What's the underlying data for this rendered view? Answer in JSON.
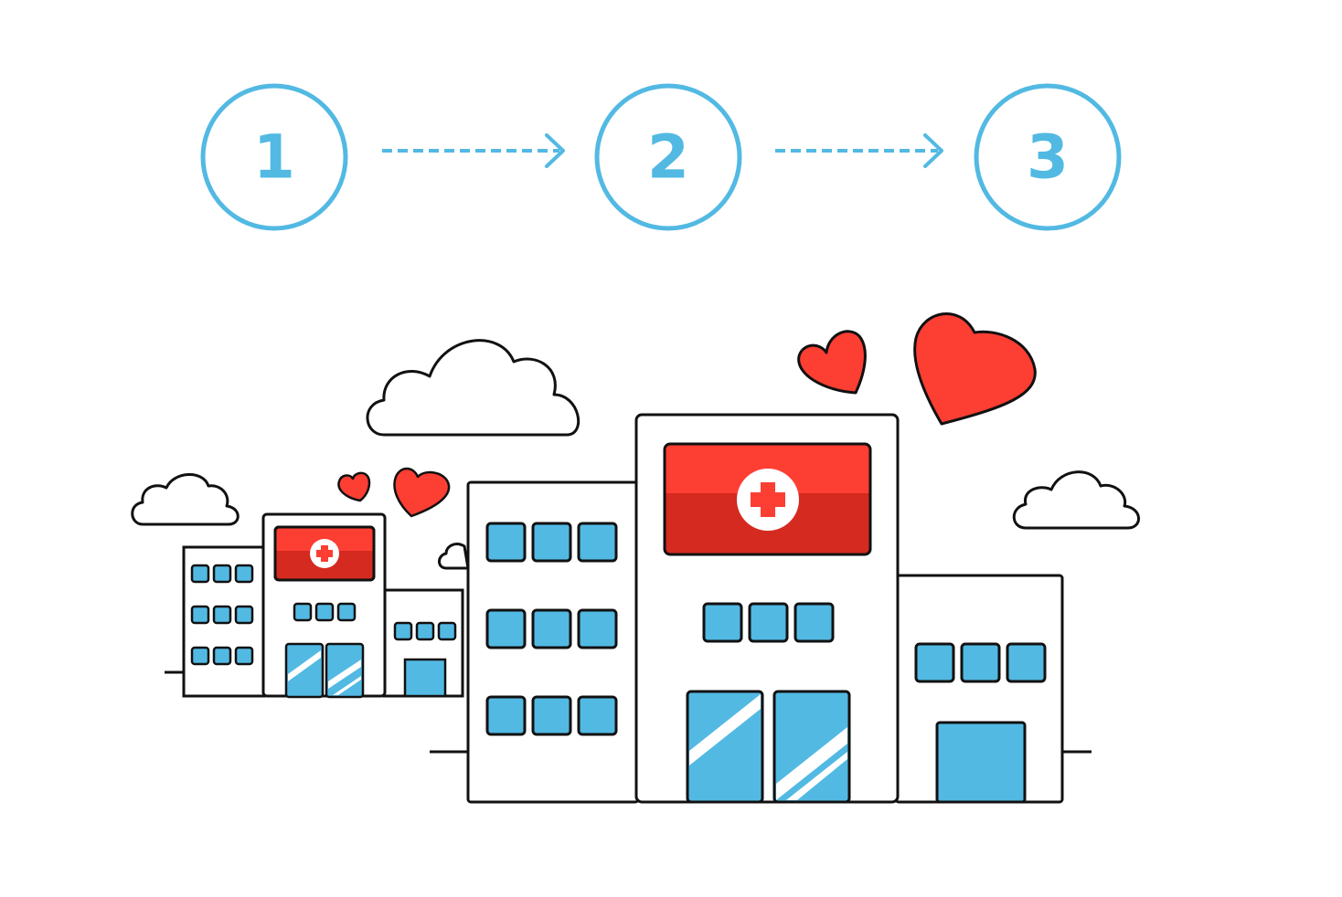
{
  "steps": [
    {
      "label": "1"
    },
    {
      "label": "2"
    },
    {
      "label": "3"
    }
  ],
  "colors": {
    "step_blue": "#52b9e3",
    "window_blue": "#52b9e3",
    "heart_red": "#fd3e33",
    "sign_red": "#fd3e33",
    "sign_dark_red": "#d42a20",
    "outline": "#111111",
    "building_fill": "#ffffff"
  },
  "icons": {
    "arrow": "dashed-arrow-right-icon",
    "cross": "medical-cross-icon",
    "heart": "heart-icon",
    "cloud": "cloud-icon"
  }
}
